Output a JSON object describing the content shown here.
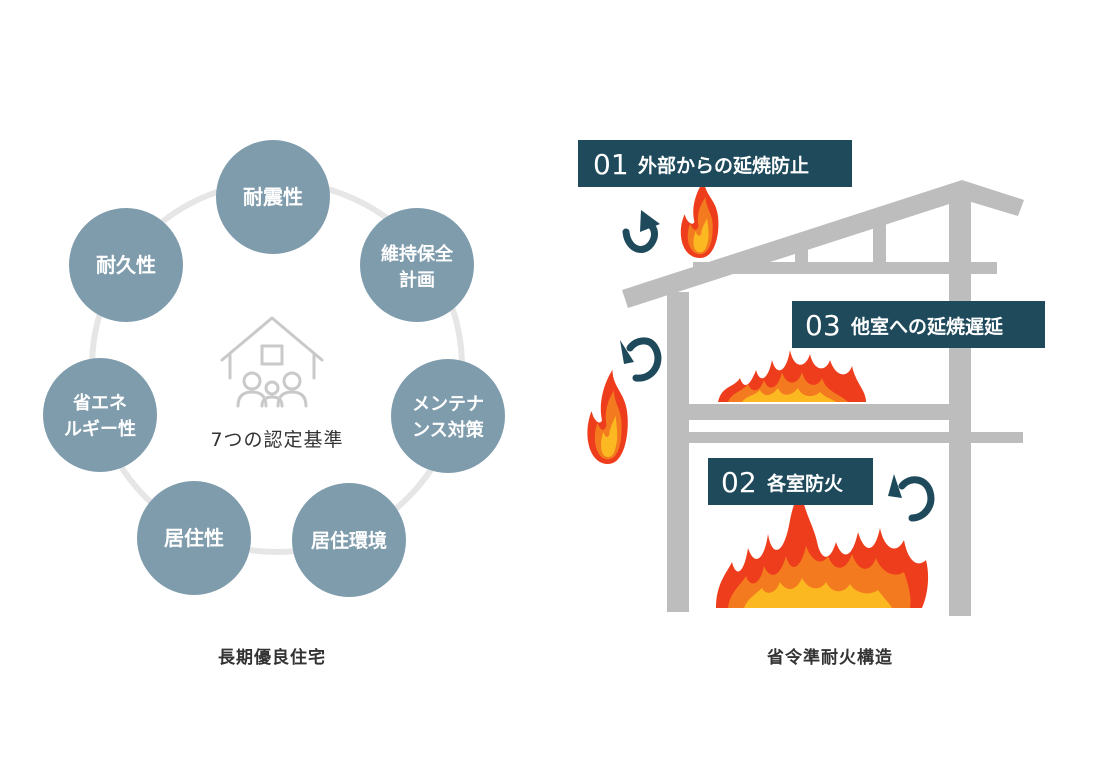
{
  "left_diagram": {
    "caption": "長期優良住宅",
    "center_label": "7つの認定基準",
    "nodes": [
      {
        "id": "taishin",
        "lines": [
          "耐震性"
        ]
      },
      {
        "id": "iji-hozen",
        "lines": [
          "維持保全",
          "計画"
        ]
      },
      {
        "id": "maintenance",
        "lines": [
          "メンテナ",
          "ンス対策"
        ]
      },
      {
        "id": "kyoju-kankyo",
        "lines": [
          "居住環境"
        ]
      },
      {
        "id": "kyoju-sei",
        "lines": [
          "居住性"
        ]
      },
      {
        "id": "shoene",
        "lines": [
          "省エネ",
          "ルギー性"
        ]
      },
      {
        "id": "taikyu",
        "lines": [
          "耐久性"
        ]
      }
    ]
  },
  "right_diagram": {
    "caption": "省令準耐火構造",
    "labels": [
      {
        "id": "01",
        "number": "01",
        "text": "外部からの延焼防止"
      },
      {
        "id": "03",
        "number": "03",
        "text": "他室への延焼遅延"
      },
      {
        "id": "02",
        "number": "02",
        "text": "各室防火"
      }
    ]
  },
  "colors": {
    "node_fill": "#7f9cad",
    "node_text": "#ffffff",
    "ring": "#e6e6e6",
    "house_icon": "#c9c9c9",
    "label_box": "#1e4a5c",
    "label_text": "#ffffff",
    "structure": "#bdbdbd",
    "caption": "#333333",
    "flame_outer": "#ee3d1c",
    "flame_mid": "#f47a20",
    "flame_inner": "#fbb820"
  }
}
